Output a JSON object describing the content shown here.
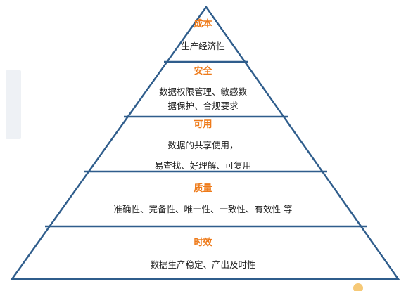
{
  "pyramid": {
    "levels": [
      {
        "title": "成本",
        "lines": [
          "生产经济性"
        ]
      },
      {
        "title": "安全",
        "lines": [
          "数据权限管理、敏感数",
          "据保护、合规要求"
        ]
      },
      {
        "title": "可用",
        "lines": [
          "数据的共享使用，",
          "易查找、好理解、可复用"
        ]
      },
      {
        "title": "质量",
        "lines": [
          "准确性、完备性、唯一性、一致性、有效性 等"
        ]
      },
      {
        "title": "时效",
        "lines": [
          "数据生产稳定、产出及时性"
        ]
      }
    ],
    "colors": {
      "outline": "#2f5d8c",
      "title": "#ee7a19",
      "text": "#1f1f1f"
    }
  }
}
